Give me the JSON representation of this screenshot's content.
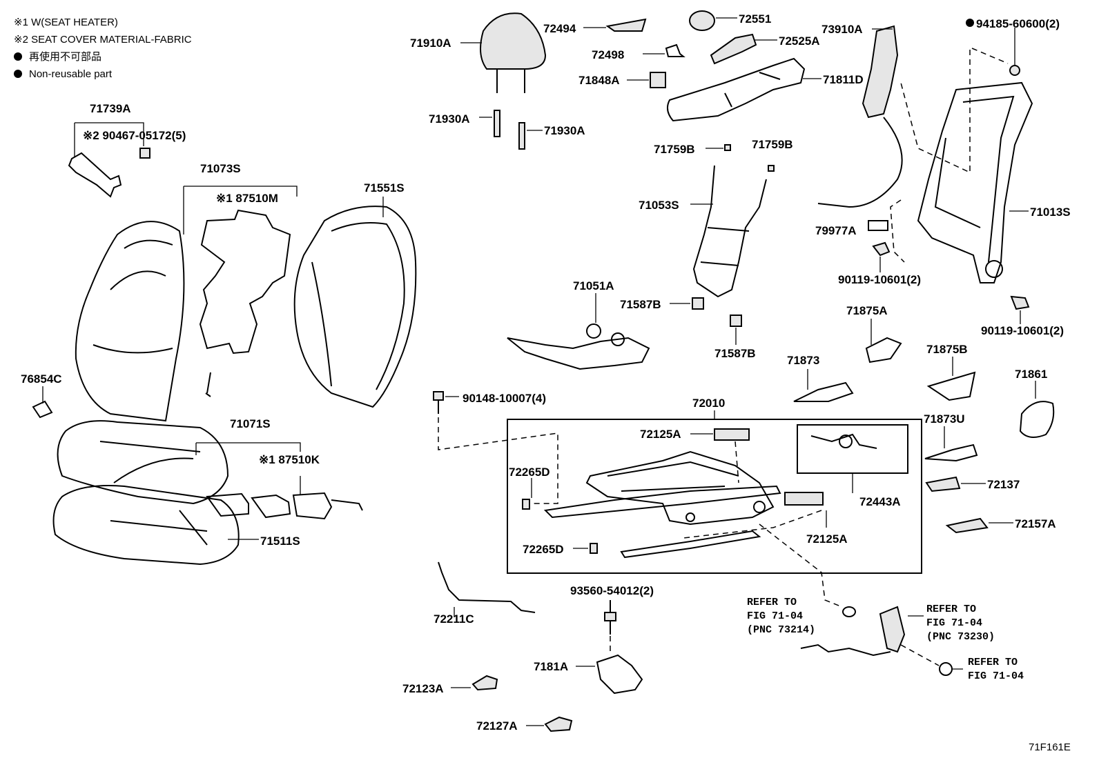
{
  "legend": {
    "note1": "※1 W(SEAT HEATER)",
    "note2": "※2 SEAT COVER MATERIAL-FABRIC",
    "jp": "再使用不可部品",
    "en": "Non-reusable part"
  },
  "labels": {
    "p71739A": "71739A",
    "p90467": "※2 90467-05172(5)",
    "p71073S": "71073S",
    "p87510M": "※1 87510M",
    "p71551S": "71551S",
    "p76854C": "76854C",
    "p71071S": "71071S",
    "p87510K": "※1 87510K",
    "p71511S": "71511S",
    "p71910A": "71910A",
    "p71930A_1": "71930A",
    "p71930A_2": "71930A",
    "p72494": "72494",
    "p72551": "72551",
    "p72498": "72498",
    "p72525A": "72525A",
    "p71848A": "71848A",
    "p71811D": "71811D",
    "p73910A": "73910A",
    "p94185": "94185-60600(2)",
    "p71759B_1": "71759B",
    "p71759B_2": "71759B",
    "p71053S": "71053S",
    "p71013S": "71013S",
    "p79977A": "79977A",
    "p90119_1": "90119-10601(2)",
    "p90119_2": "90119-10601(2)",
    "p71051A": "71051A",
    "p71587B_1": "71587B",
    "p71587B_2": "71587B",
    "p71875A": "71875A",
    "p71873": "71873",
    "p71875B": "71875B",
    "p71861": "71861",
    "p90148": "90148-10007(4)",
    "p72010": "72010",
    "p72125A_1": "72125A",
    "p72125A_2": "72125A",
    "p72265D_1": "72265D",
    "p72265D_2": "72265D",
    "p72443A": "72443A",
    "p71873U": "71873U",
    "p72137": "72137",
    "p72157A": "72157A",
    "p72211C": "72211C",
    "p93560": "93560-54012(2)",
    "p7181A": "7181A",
    "p72123A": "72123A",
    "p72127A": "72127A"
  },
  "refs": {
    "r1": [
      "REFER TO",
      "FIG 71-04",
      "(PNC 73214)"
    ],
    "r2": [
      "REFER TO",
      "FIG 71-04",
      "(PNC 73230)"
    ],
    "r3": [
      "REFER TO",
      "FIG 71-04"
    ]
  },
  "code": "71F161E"
}
